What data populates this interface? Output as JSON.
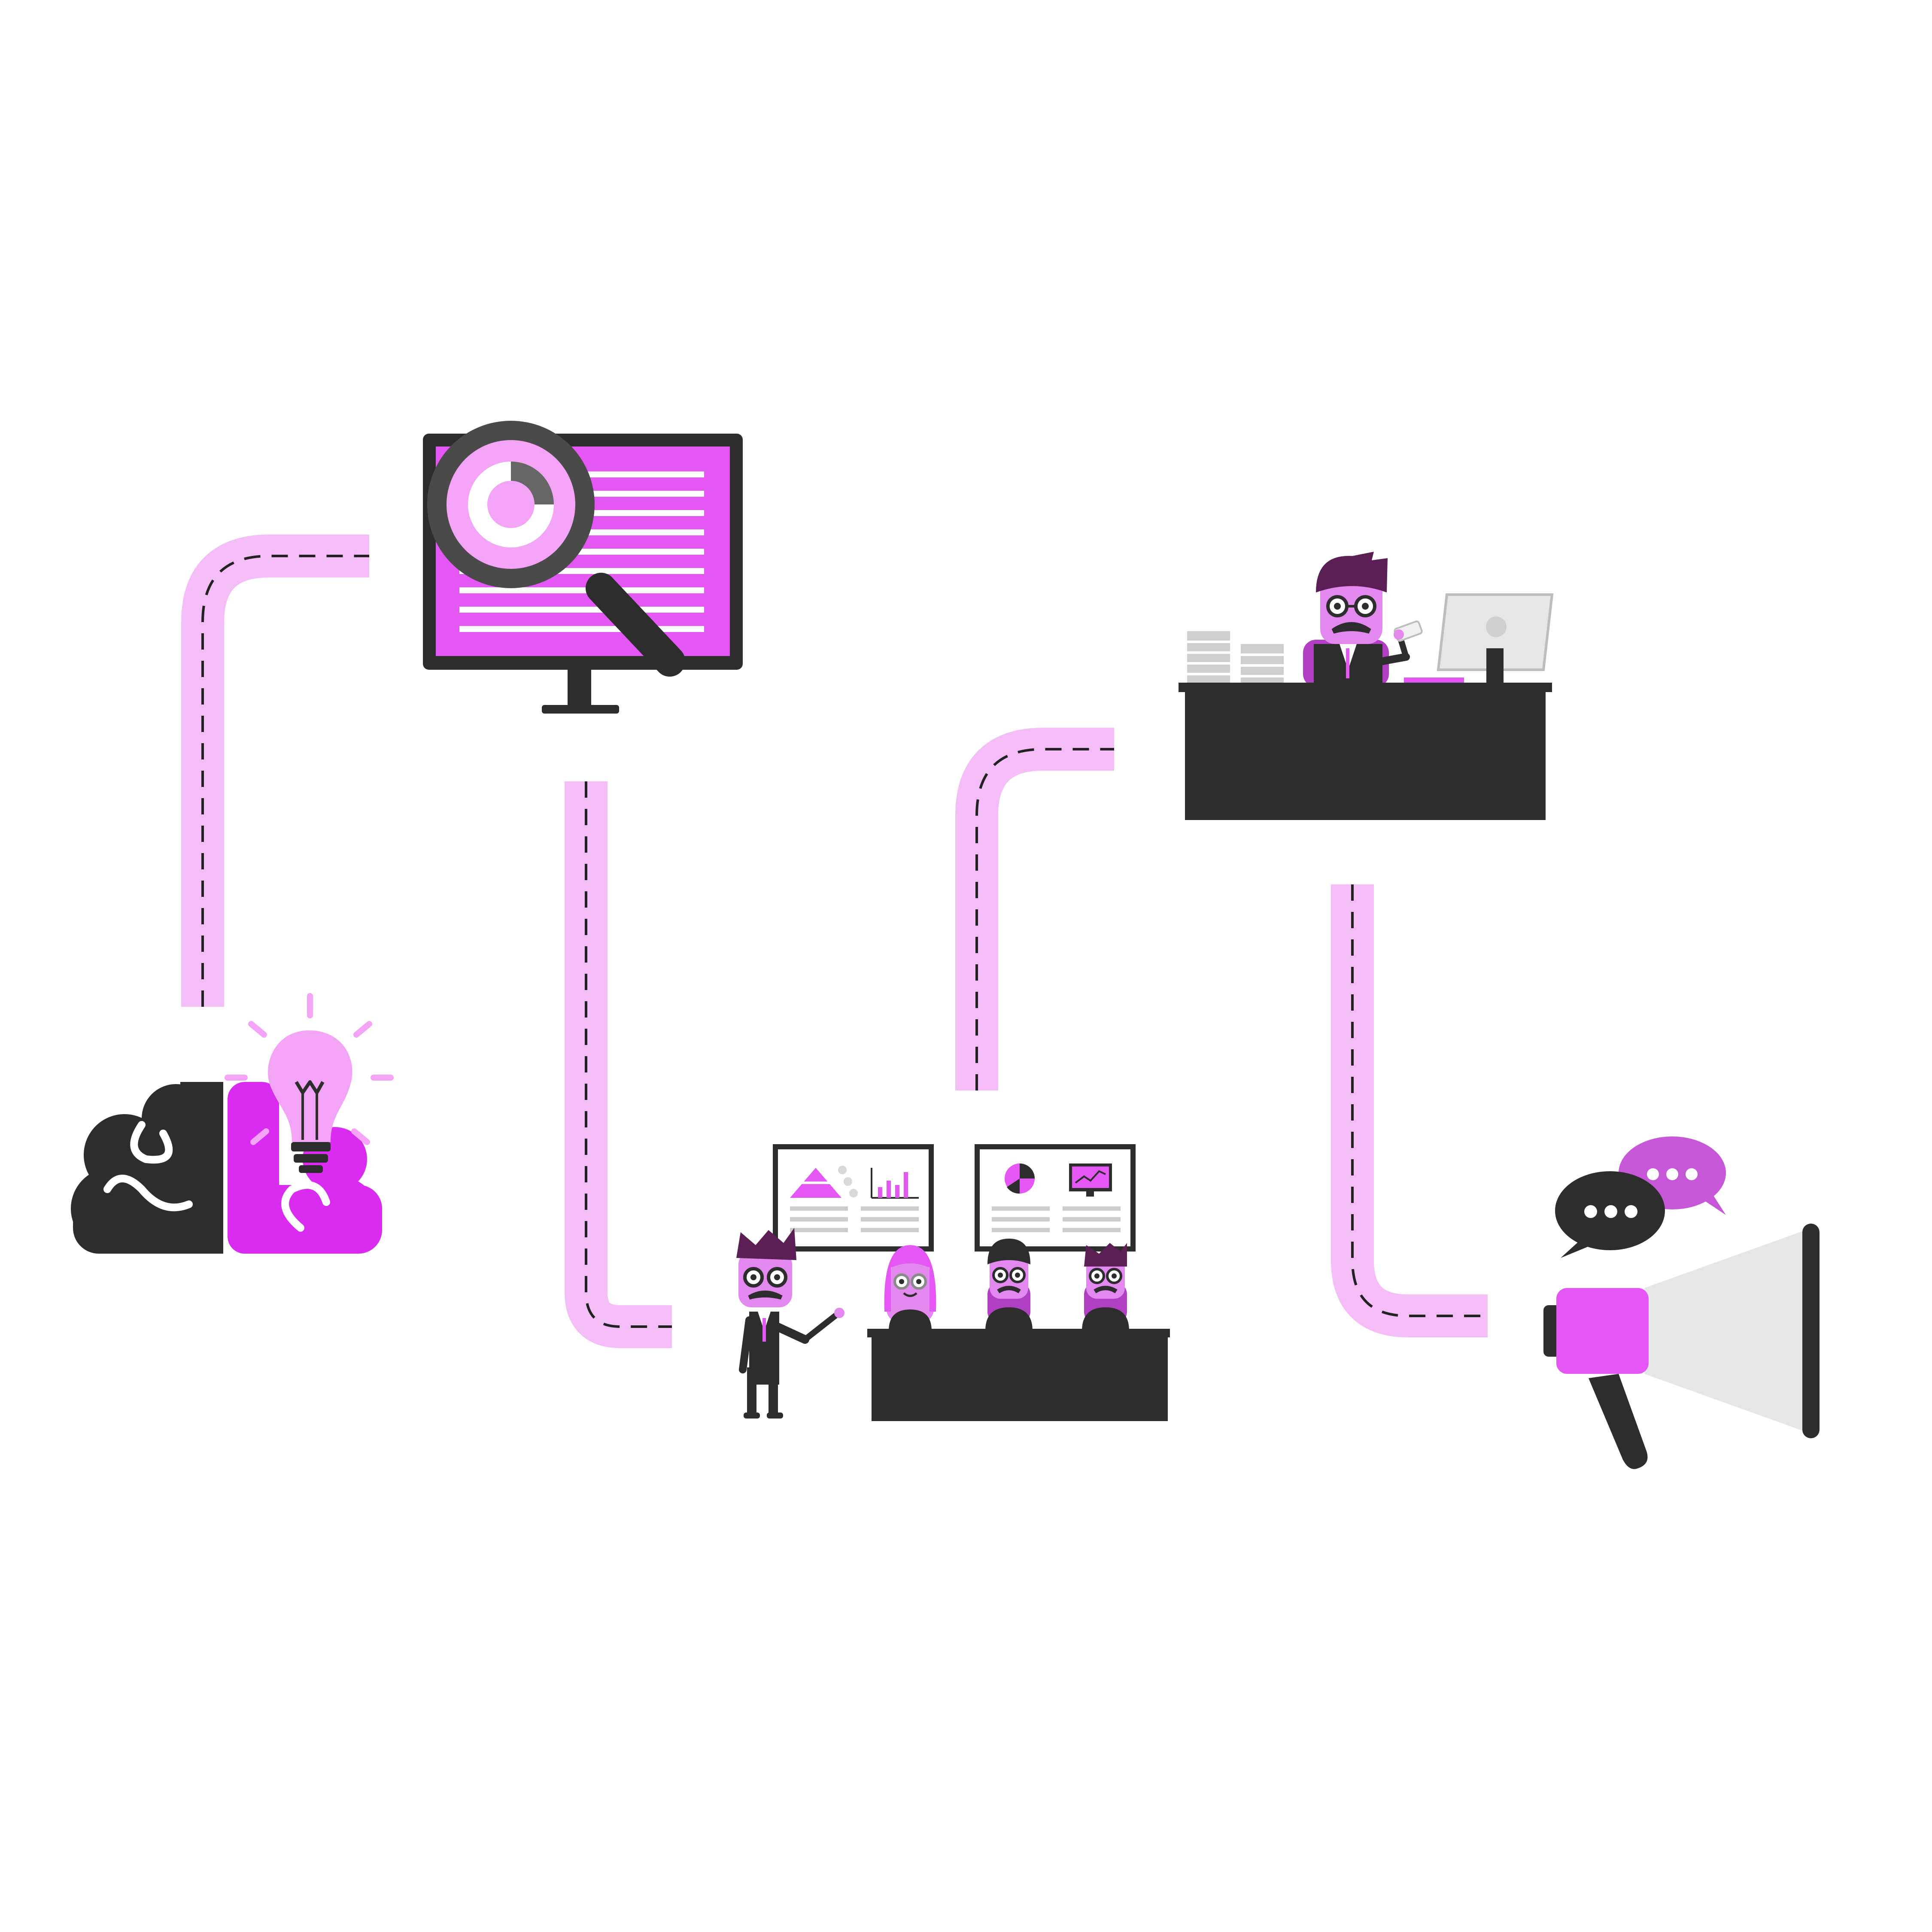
{
  "diagram": {
    "kind": "process-roadmap",
    "colors": {
      "road": "#f5bdf7",
      "road_dash": "#222222",
      "magenta": "#e557f5",
      "magenta_dark": "#d92cf0",
      "pink_light": "#f4a4f7",
      "skin": "#e388ee",
      "dark": "#2d2d2d",
      "hair": "#5b1f56",
      "grey_light": "#e6e6e6",
      "grey_mid": "#cfcfcf",
      "white": "#ffffff"
    },
    "steps": [
      {
        "id": "idea",
        "icon": "brain-lightbulb-icon"
      },
      {
        "id": "research",
        "icon": "monitor-magnifier-icon"
      },
      {
        "id": "meeting",
        "icon": "team-presentation-icon"
      },
      {
        "id": "office-work",
        "icon": "businessman-desk-icon"
      },
      {
        "id": "promotion",
        "icon": "megaphone-chat-icon"
      }
    ],
    "connectors": [
      {
        "from": "idea",
        "to": "research"
      },
      {
        "from": "research",
        "to": "meeting"
      },
      {
        "from": "meeting",
        "to": "office-work"
      },
      {
        "from": "office-work",
        "to": "promotion"
      }
    ]
  }
}
